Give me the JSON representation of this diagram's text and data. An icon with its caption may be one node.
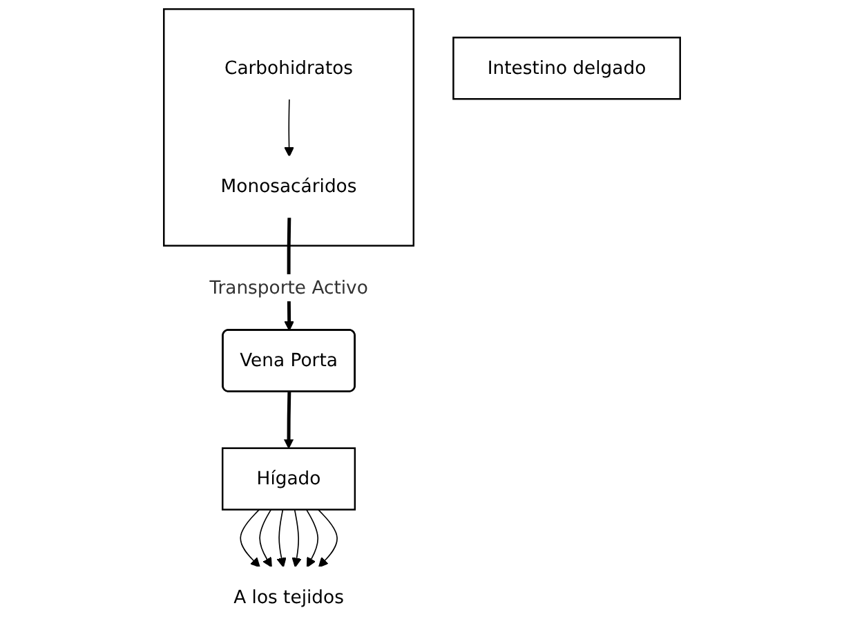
{
  "diagram": {
    "nodes": [
      {
        "text": [
          "Intestino delgado"
        ]
      },
      {
        "text": [],
        "shape": "box"
      },
      {
        "text": [
          "Carbohidratos"
        ],
        "in": 1
      },
      {
        "text": [
          "Monosacáridos"
        ],
        "in": 1
      },
      {
        "text": [
          "Vena Porta"
        ]
      },
      {
        "text": [
          "Hígado"
        ]
      },
      {
        "text": [
          "A los tejidos"
        ]
      }
    ],
    "edges": [
      {
        "from": 2,
        "to": 3,
        "arrow": "to"
      },
      {
        "from": 3,
        "to": 4,
        "arrow": "to",
        "label": "Transporte Activo",
        "style": "thick"
      },
      {
        "from": 4,
        "to": 5,
        "arrow": "to",
        "style": "thick"
      },
      {
        "from": 5,
        "to": 6,
        "arrow": "to"
      },
      {
        "from": 5,
        "to": 6,
        "arrow": "to"
      },
      {
        "from": 5,
        "to": 6,
        "arrow": "to"
      },
      {
        "from": 5,
        "to": 6,
        "arrow": "to"
      },
      {
        "from": 5,
        "to": 6,
        "arrow": "to"
      },
      {
        "from": 5,
        "to": 6,
        "arrow": "to"
      }
    ]
  }
}
